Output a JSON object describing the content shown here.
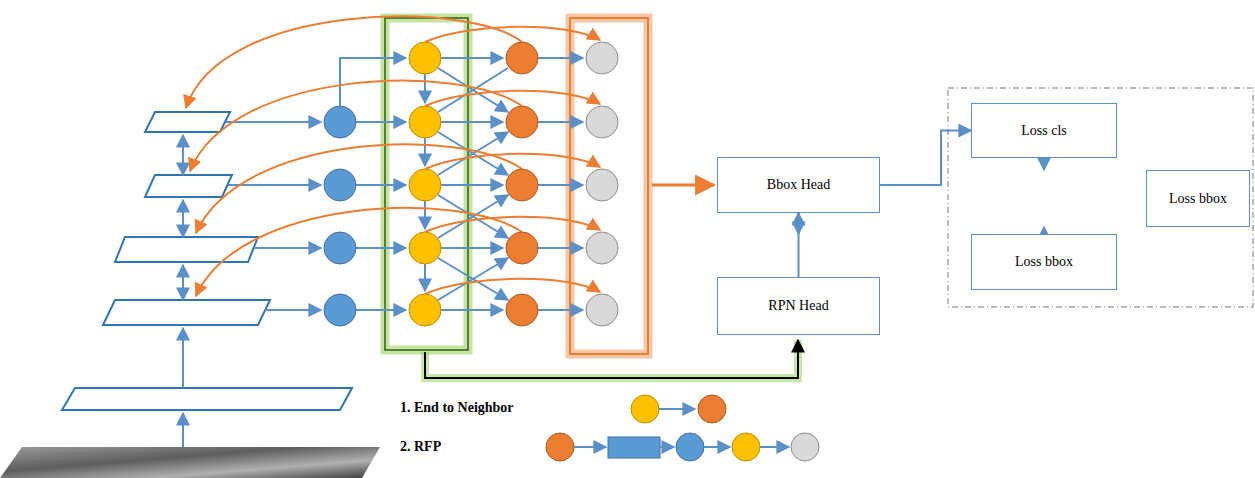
{
  "diagram": {
    "nodes": [
      {
        "text": [
          "Bbox Head"
        ]
      },
      {
        "text": [
          "RPN Head"
        ]
      },
      {
        "text": [
          "Loss cls"
        ]
      },
      {
        "text": [
          "Loss bbox"
        ]
      },
      {
        "text": [
          "Loss bbox"
        ]
      }
    ],
    "edges": [
      {
        "from": 1,
        "to": 0,
        "arrow": "to"
      },
      {
        "from": 0,
        "to": 2,
        "arrow": "to"
      },
      {
        "from": 0,
        "to": 3,
        "arrow": "to"
      },
      {
        "from": 2,
        "to": 4,
        "arrow": "to"
      },
      {
        "from": 3,
        "to": 4,
        "arrow": "to"
      }
    ],
    "legend": [
      {
        "text": "1. End to Neighbor"
      },
      {
        "text": "2. RFP"
      }
    ]
  }
}
